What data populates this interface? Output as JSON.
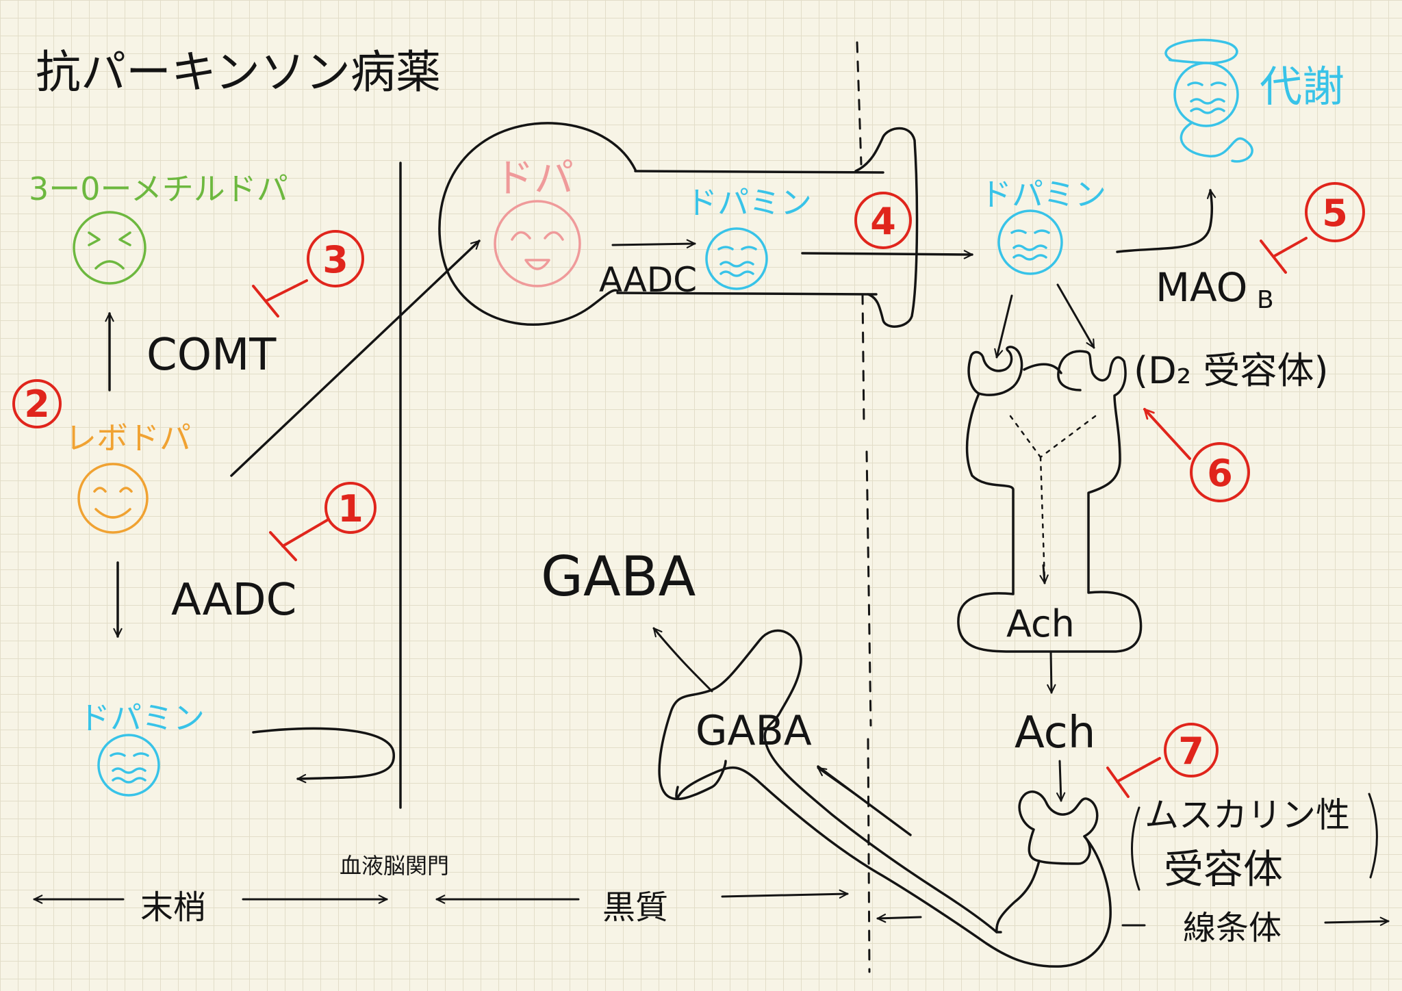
{
  "title": "抗パーキンソン病薬",
  "colors": {
    "green": "#6db83f",
    "orange": "#f0a232",
    "pink": "#ef9a9a",
    "cyan": "#38c3e8",
    "red": "#e0251c",
    "ink": "#141414"
  },
  "periphery": {
    "methyldopa": "3ー0ーメチルドパ",
    "levodopa": "レボドパ",
    "dopamine": "ドパミン",
    "comt": "COMT",
    "aadc": "AADC"
  },
  "substantia_nigra": {
    "dopa": "ドパ",
    "aadc": "AADC",
    "dopamine": "ドパミン",
    "gaba_label": "GABA",
    "gaba_neuron": "GABA"
  },
  "striatum": {
    "dopamine": "ドパミン",
    "mao_main": "MAO",
    "mao_sub": "B",
    "metabolism": "代謝",
    "d2_receptor": "(D₂ 受容体)",
    "ach_cell": "Ach",
    "ach": "Ach",
    "muscarinic_line1": "ムスカリン性",
    "muscarinic_line2": "受容体"
  },
  "markers": [
    "1",
    "2",
    "3",
    "4",
    "5",
    "6",
    "7"
  ],
  "regions": {
    "periphery": "末梢",
    "bbb": "血液脳関門",
    "substantia_nigra": "黒質",
    "striatum": "線条体"
  }
}
